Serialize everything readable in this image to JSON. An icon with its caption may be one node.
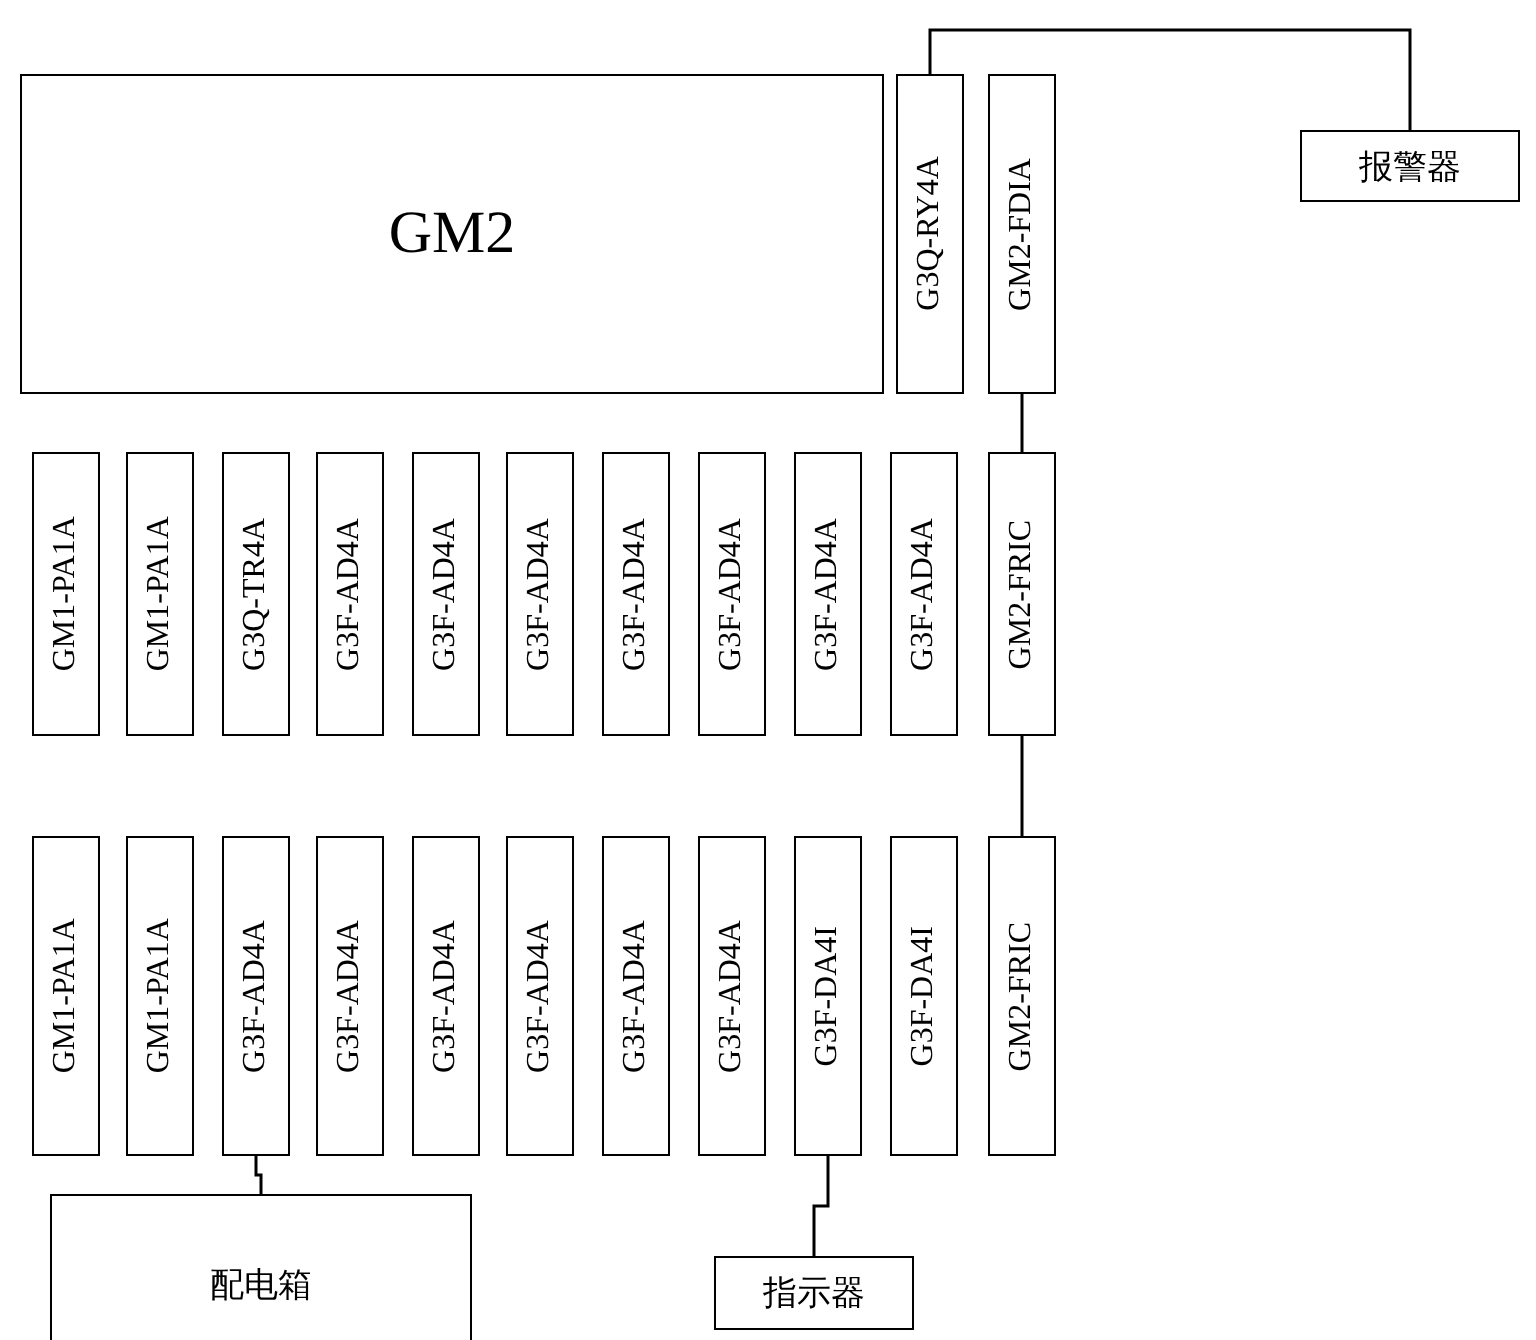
{
  "diagram": {
    "nodes": [
      {
        "text": [
          "GM2"
        ]
      },
      {
        "text": [
          "G3Q-RY4A"
        ]
      },
      {
        "text": [
          "GM2-FDIA"
        ]
      },
      {
        "text": [
          "报警器"
        ]
      },
      {
        "text": [
          "GM1-PA1A"
        ]
      },
      {
        "text": [
          "GM1-PA1A"
        ]
      },
      {
        "text": [
          "G3Q-TR4A"
        ]
      },
      {
        "text": [
          "G3F-AD4A"
        ]
      },
      {
        "text": [
          "G3F-AD4A"
        ]
      },
      {
        "text": [
          "G3F-AD4A"
        ]
      },
      {
        "text": [
          "G3F-AD4A"
        ]
      },
      {
        "text": [
          "G3F-AD4A"
        ]
      },
      {
        "text": [
          "G3F-AD4A"
        ]
      },
      {
        "text": [
          "G3F-AD4A"
        ]
      },
      {
        "text": [
          "GM2-FRIC"
        ]
      },
      {
        "text": [
          "GM1-PA1A"
        ]
      },
      {
        "text": [
          "GM1-PA1A"
        ]
      },
      {
        "text": [
          "G3F-AD4A"
        ]
      },
      {
        "text": [
          "G3F-AD4A"
        ]
      },
      {
        "text": [
          "G3F-AD4A"
        ]
      },
      {
        "text": [
          "G3F-AD4A"
        ]
      },
      {
        "text": [
          "G3F-AD4A"
        ]
      },
      {
        "text": [
          "G3F-AD4A"
        ]
      },
      {
        "text": [
          "G3F-DA4I"
        ]
      },
      {
        "text": [
          "G3F-DA4I"
        ]
      },
      {
        "text": [
          "GM2-FRIC"
        ]
      },
      {
        "text": [
          "配电箱"
        ]
      },
      {
        "text": [
          "指示器"
        ]
      }
    ],
    "edges": [
      {
        "from": 1,
        "to": 3,
        "arrow": "none"
      },
      {
        "from": 2,
        "to": 14,
        "arrow": "none"
      },
      {
        "from": 14,
        "to": 25,
        "arrow": "none"
      },
      {
        "from": 17,
        "to": 26,
        "arrow": "none"
      },
      {
        "from": 23,
        "to": 27,
        "arrow": "none"
      }
    ]
  }
}
